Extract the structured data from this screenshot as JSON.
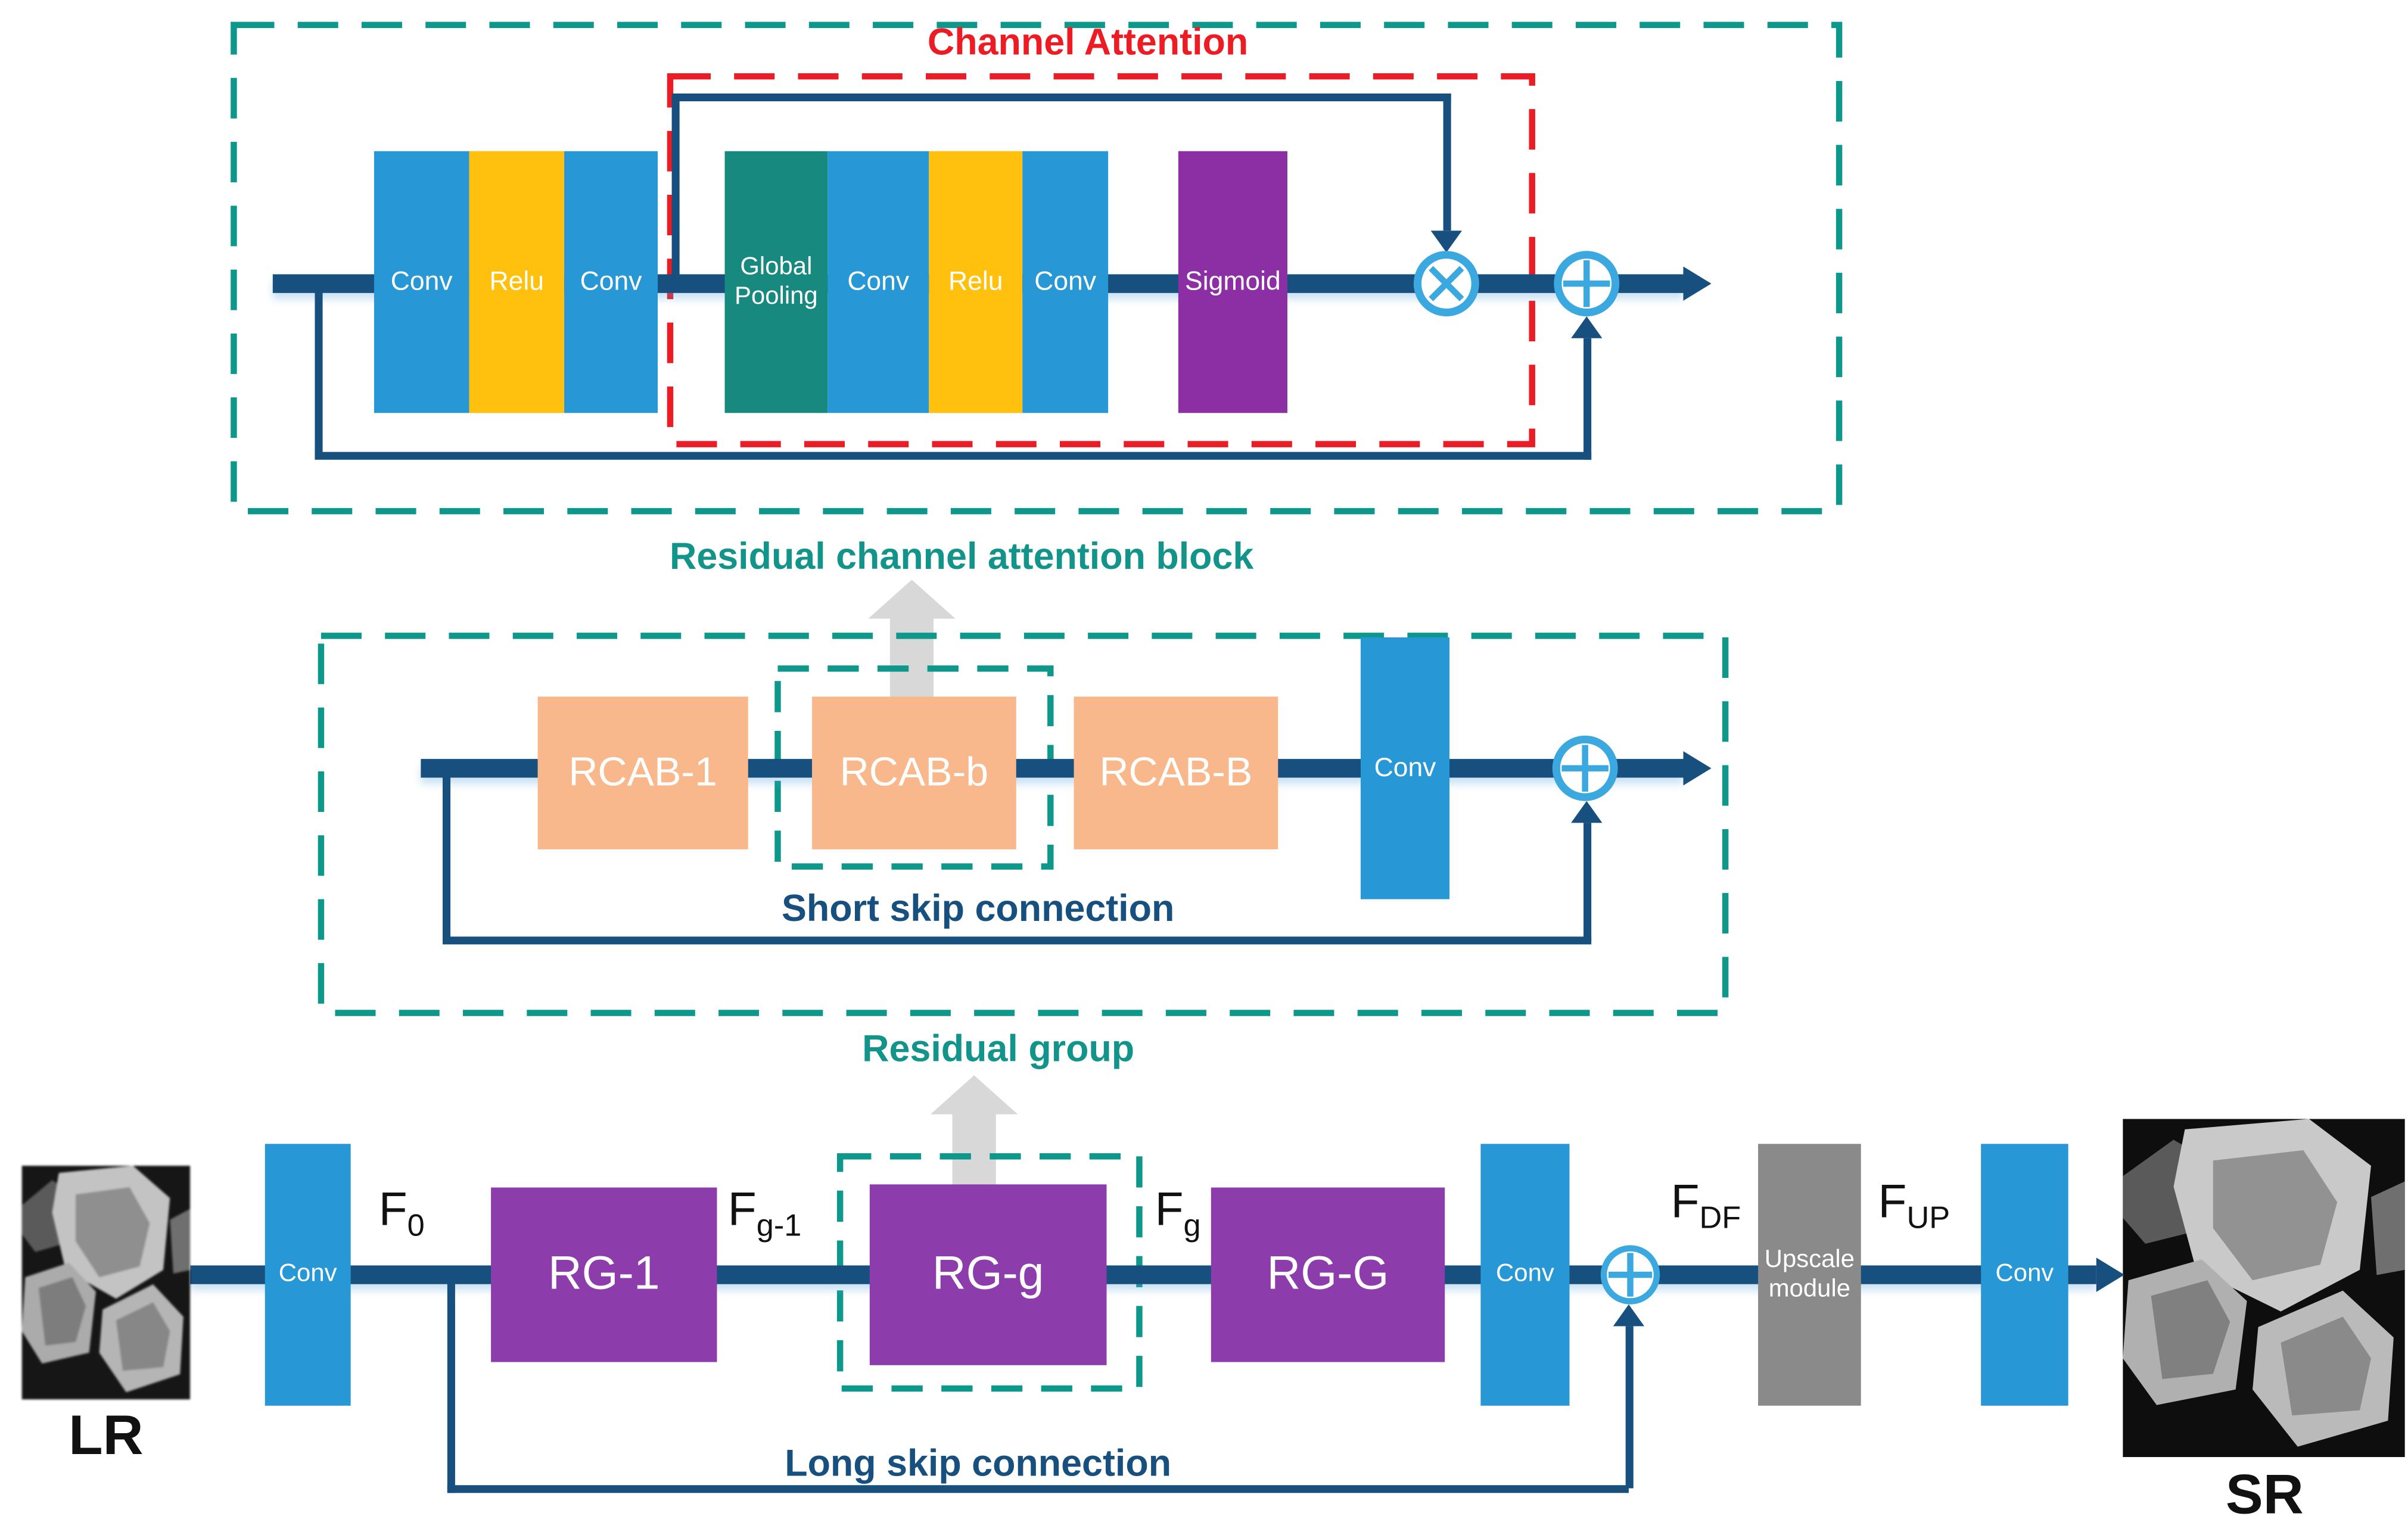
{
  "figure": {
    "top_section": {
      "title": "Channel Attention",
      "caption": "Residual channel attention block",
      "blocks": {
        "conv1": "Conv",
        "relu1": "Relu",
        "conv2": "Conv",
        "global_pooling": "Global Pooling",
        "conv3": "Conv",
        "relu2": "Relu",
        "conv4": "Conv",
        "sigmoid": "Sigmoid"
      }
    },
    "middle_section": {
      "caption": "Residual group",
      "skip_label": "Short skip connection",
      "blocks": {
        "rcab_first": "RCAB-1",
        "rcab_generic": "RCAB-b",
        "rcab_last": "RCAB-B",
        "conv": "Conv"
      }
    },
    "bottom_section": {
      "input_label": "LR",
      "output_label": "SR",
      "skip_label": "Long skip connection",
      "blocks": {
        "conv_in": "Conv",
        "rg_first": "RG-1",
        "rg_generic": "RG-g",
        "rg_last": "RG-G",
        "conv_mid": "Conv",
        "upscale": "Upscale module",
        "conv_out": "Conv"
      },
      "feature_labels": {
        "f0": {
          "base": "F",
          "sub": "0"
        },
        "fg1": {
          "base": "F",
          "sub": "g-1"
        },
        "fg": {
          "base": "F",
          "sub": "g"
        },
        "fdf": {
          "base": "F",
          "sub": "DF"
        },
        "fup": {
          "base": "F",
          "sub": "UP"
        }
      }
    },
    "icons": {
      "multiply": "circled-multiply",
      "add": "circled-plus",
      "pointer": "up-block-arrow"
    },
    "colors": {
      "conv_blue": "#2897D5",
      "relu_yellow": "#FFC10D",
      "pooling_teal": "#18897E",
      "sigmoid_purple": "#8C2FA5",
      "rcab_salmon": "#F8B88C",
      "rg_purple": "#8C3CAB",
      "upscale_gray": "#8A8A8A",
      "line_navy": "#17507E",
      "node_blue": "#3BA8DF",
      "dash_teal": "#0E988C",
      "dash_red": "#EC1C24",
      "caption_teal": "#12948A",
      "title_red": "#ED1C24",
      "io_text": "#111111",
      "pointer_gray": "#D8D8D8"
    }
  }
}
